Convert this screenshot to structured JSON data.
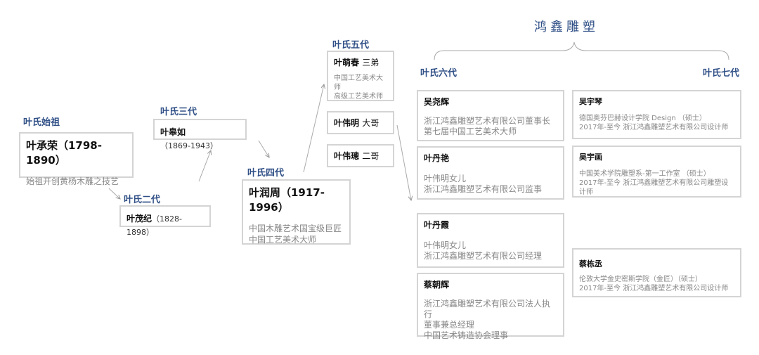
{
  "title": "鸿鑫雕塑",
  "gen": {
    "g1": "叶氏始祖",
    "g2": "叶氏二代",
    "g3": "叶氏三代",
    "g4": "叶氏四代",
    "g5": "叶氏五代",
    "g6": "叶氏六代",
    "g7": "叶氏七代"
  },
  "p1": {
    "name": "叶承荣（1798-1890）",
    "desc": "始祖开创黄杨木雕之技艺"
  },
  "p2": {
    "name": "叶茂纪",
    "years": "（1828-1898）"
  },
  "p3": {
    "name": "叶皋如",
    "years": "（1869-1943）"
  },
  "p4": {
    "name": "叶润周（1917-1996）",
    "d1": "中国木雕艺术国宝级巨匠",
    "d2": "中国工艺美术大师"
  },
  "p5a": {
    "name": "叶萌春",
    "rel": "三弟",
    "d1": "中国工艺美术大师",
    "d2": "高级工艺美术师"
  },
  "p5b": {
    "name": "叶伟明",
    "rel": "大哥"
  },
  "p5c": {
    "name": "叶伟璁",
    "rel": "二哥"
  },
  "g6p": [
    {
      "name": "吴尧辉",
      "d": [
        "浙江鸿鑫雕塑艺术有限公司董事长",
        "第七届中国工艺美术大师"
      ]
    },
    {
      "name": "叶丹艳",
      "d": [
        "叶伟明女儿",
        "浙江鸿鑫雕塑艺术有限公司监事"
      ]
    },
    {
      "name": "叶丹霞",
      "d": [
        "叶伟明女儿",
        "浙江鸿鑫雕塑艺术有限公司经理"
      ]
    },
    {
      "name": "蔡朝辉",
      "d": [
        "浙江鸿鑫雕塑艺术有限公司法人执行",
        "董事兼总经理",
        "中国艺术铸造协会理事"
      ]
    }
  ],
  "g7p": [
    {
      "name": "吴宇琴",
      "d": [
        "德国奥芬巴赫设计学院 Design （硕士）",
        "2017年-至今 浙江鸿鑫雕塑艺术有限公司设计师"
      ]
    },
    {
      "name": "吴宇画",
      "d": [
        "中国美术学院雕塑系-第一工作室 （硕士）",
        "2017年-至今 浙江鸿鑫雕塑艺术有限公司雕塑设计师"
      ]
    },
    {
      "name": "蔡栋丞",
      "d": [
        "伦敦大学金史密斯学院（金匠）（硕士）",
        "2017年-至今 浙江鸿鑫雕塑艺术有限公司设计师"
      ]
    }
  ]
}
